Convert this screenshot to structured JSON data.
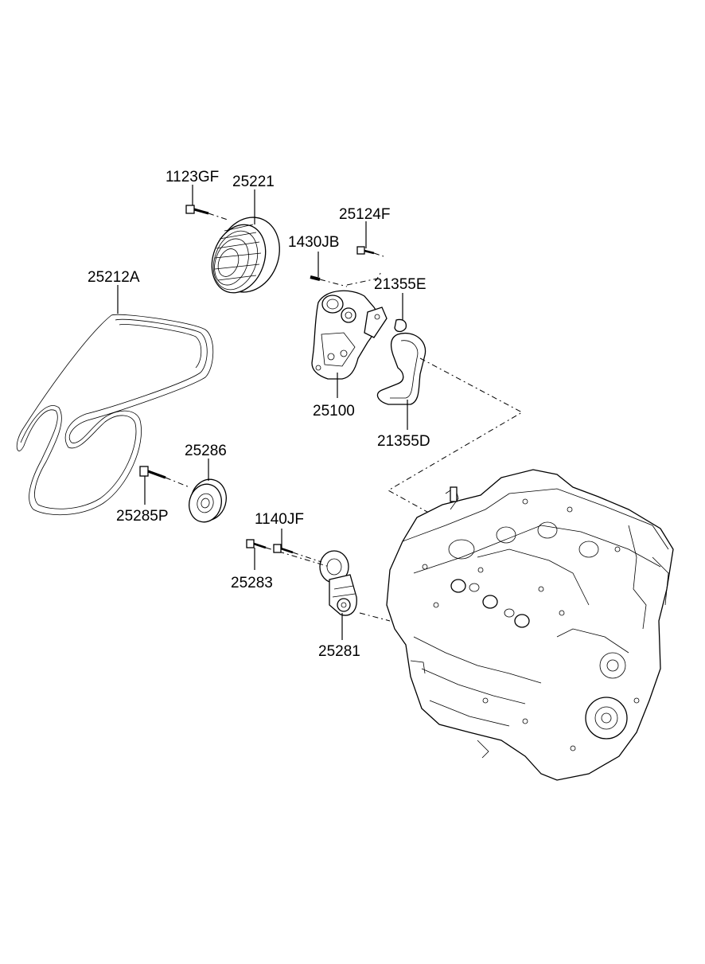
{
  "labels": {
    "p1123GF": "1123GF",
    "p25221": "25221",
    "p25124F": "25124F",
    "p1430JB": "1430JB",
    "p25212A": "25212A",
    "p21355E": "21355E",
    "p25100": "25100",
    "p21355D": "21355D",
    "p25286": "25286",
    "p25285P": "25285P",
    "p1140JF": "1140JF",
    "p25283": "25283",
    "p25281": "25281"
  }
}
